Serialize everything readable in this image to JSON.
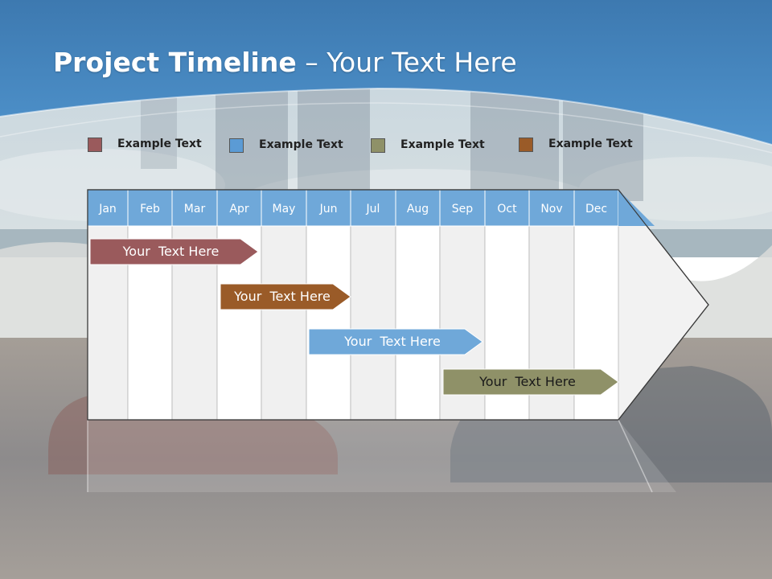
{
  "slide": {
    "title_bold": "Project Timeline",
    "title_rest": " – Your Text Here"
  },
  "legend": [
    {
      "label": "Example Text",
      "color": "#9a5a5c"
    },
    {
      "label": "Example Text",
      "color": "#5b9bd5"
    },
    {
      "label": "Example Text",
      "color": "#8f9168"
    },
    {
      "label": "Example Text",
      "color": "#9a5b28"
    }
  ],
  "timeline": {
    "months": [
      "Jan",
      "Feb",
      "Mar",
      "Apr",
      "May",
      "Jun",
      "Jul",
      "Aug",
      "Sep",
      "Oct",
      "Nov",
      "Dec"
    ],
    "header_color": "#6fa8d9",
    "tasks": [
      {
        "label": "Your  Text Here",
        "color": "#9a5a5c",
        "start_month": "Jan",
        "end_month": "Apr"
      },
      {
        "label": "Your  Text Here",
        "color": "#9a5b28",
        "start_month": "Apr",
        "end_month": "Jun"
      },
      {
        "label": "Your  Text Here",
        "color": "#6fa8d9",
        "start_month": "Jun",
        "end_month": "Sep"
      },
      {
        "label": "Your  Text Here",
        "color": "#8f9168",
        "start_month": "Sep",
        "end_month": "Dec"
      }
    ]
  }
}
